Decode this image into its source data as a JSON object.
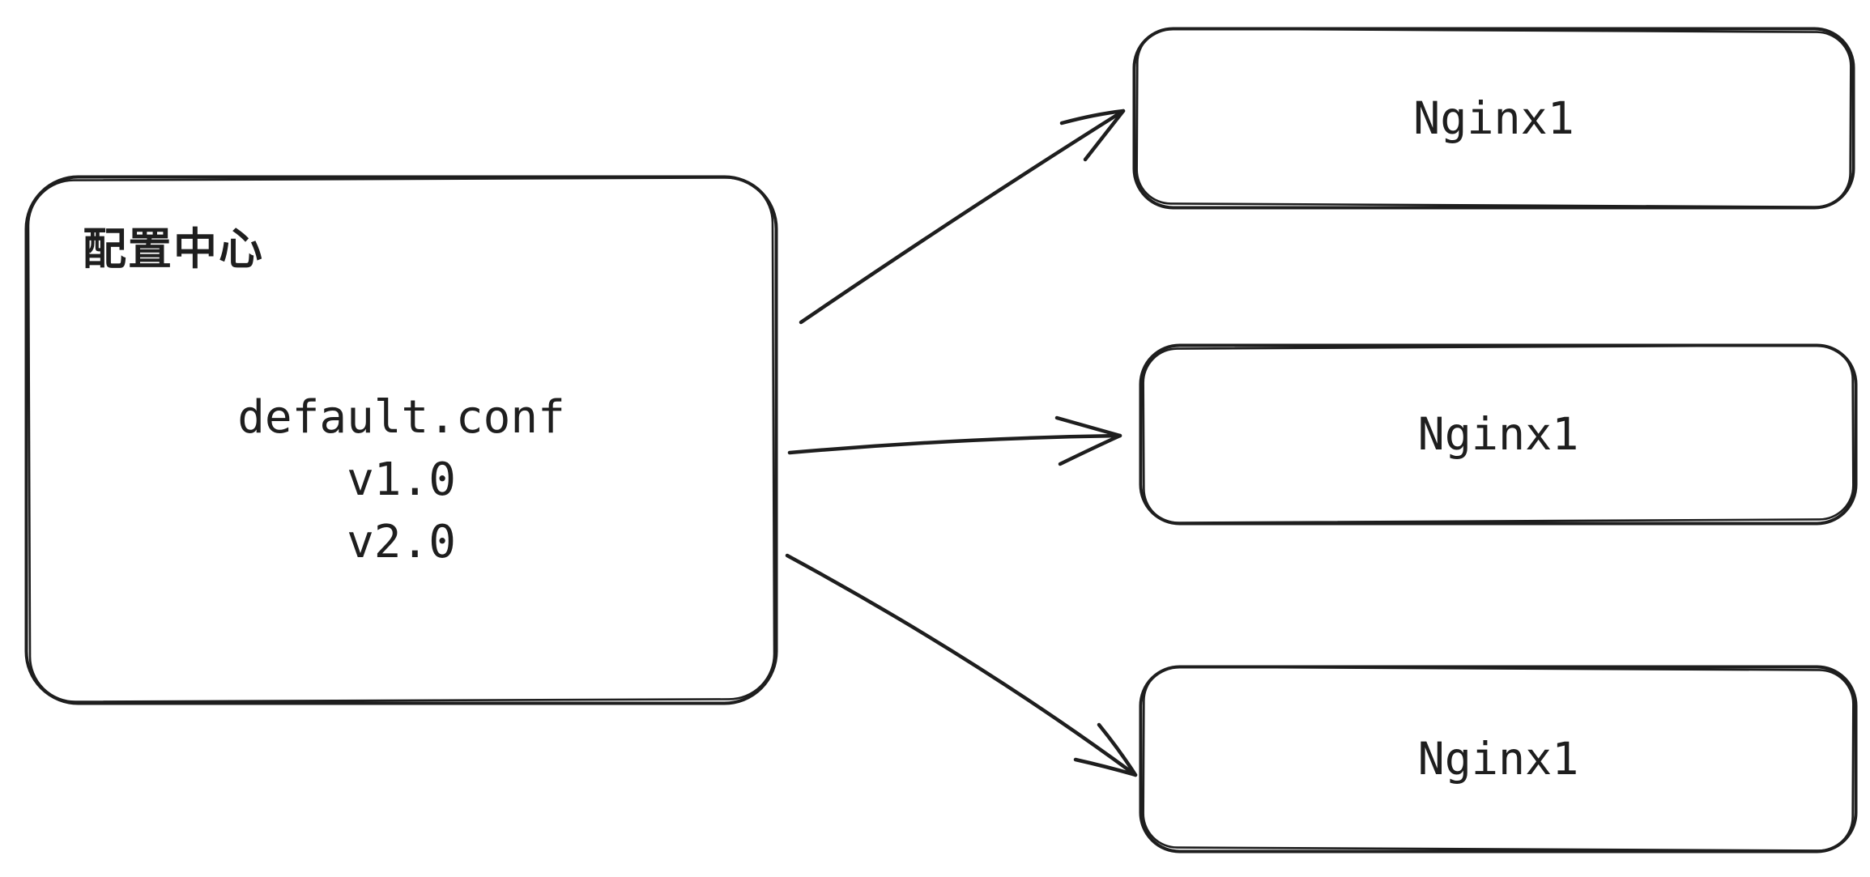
{
  "diagram": {
    "style": "hand-drawn-sketch",
    "background": "#ffffff",
    "stroke_color": "#1e1e1e",
    "nodes": {
      "config_center": {
        "title": "配置中心",
        "lines": [
          "default.conf",
          "v1.0",
          "v2.0"
        ]
      },
      "nginx": [
        {
          "label": "Nginx1"
        },
        {
          "label": "Nginx1"
        },
        {
          "label": "Nginx1"
        }
      ]
    },
    "edges": [
      {
        "from": "config_center",
        "to": "nginx_1"
      },
      {
        "from": "config_center",
        "to": "nginx_2"
      },
      {
        "from": "config_center",
        "to": "nginx_3"
      }
    ]
  }
}
